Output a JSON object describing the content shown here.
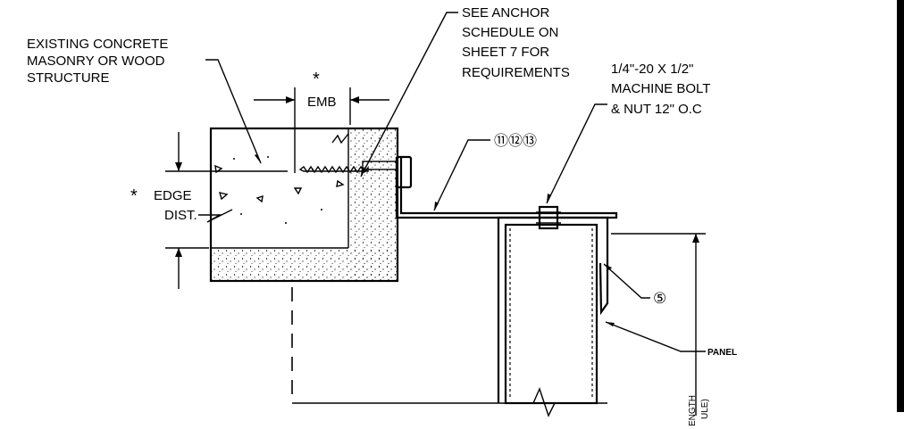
{
  "labels": {
    "existing_structure": [
      "EXISTING CONCRETE",
      "MASONRY OR WOOD",
      "STRUCTURE"
    ],
    "anchor_schedule": [
      "SEE ANCHOR",
      "SCHEDULE ON",
      "SHEET 7 FOR",
      "REQUIREMENTS"
    ],
    "machine_bolt": [
      "1/4\"-20 X 1/2\"",
      "MACHINE BOLT",
      "& NUT 12\" O.C"
    ],
    "emb_asterisk": "*",
    "emb": "EMB",
    "edge_asterisk": "*",
    "edge_dist": [
      "EDGE",
      "DIST."
    ],
    "callout_parts": "⑪⑫⑬",
    "callout_panel_item": "⑤",
    "panel": "PANEL",
    "vertical_cut": "ENGTH",
    "vertical_cut_2": "ULE)"
  }
}
